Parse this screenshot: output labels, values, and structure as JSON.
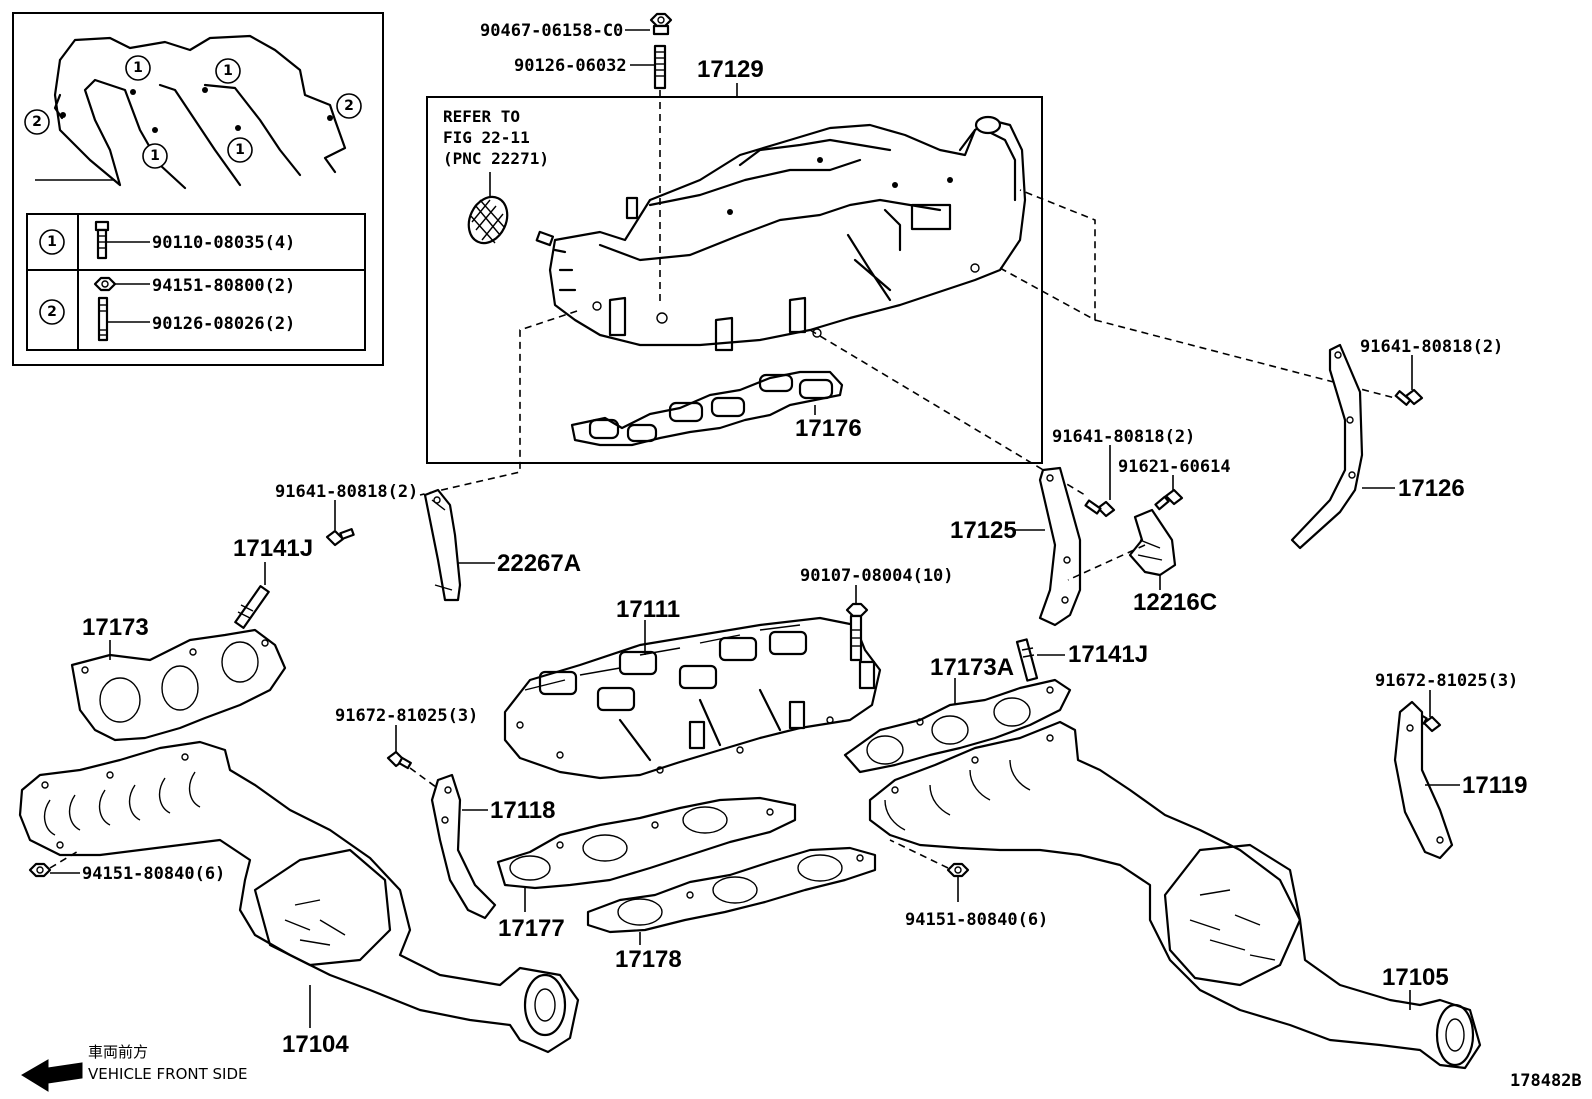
{
  "inset": {
    "rows": [
      {
        "marker": "1",
        "items": [
          "90110-08035(4)"
        ]
      },
      {
        "marker": "2",
        "items": [
          "94151-80800(2)",
          "90126-08026(2)"
        ]
      }
    ],
    "markers": {
      "one": "1",
      "two": "2"
    }
  },
  "reference_note": {
    "line1": "REFER TO",
    "line2": "FIG 22-11",
    "line3": "(PNC 22271)"
  },
  "parts": {
    "p90467": "90467-06158-C0",
    "p90126_06032": "90126-06032",
    "p17129": "17129",
    "p17176": "17176",
    "p91641_right": "91641-80818(2)",
    "p91641_mid": "91641-80818(2)",
    "p91641_left": "91641-80818(2)",
    "p91621": "91621-60614",
    "p17126": "17126",
    "p17125": "17125",
    "p12216C": "12216C",
    "p22267A": "22267A",
    "p17141J_left": "17141J",
    "p17141J_right": "17141J",
    "p17173": "17173",
    "p17173A": "17173A",
    "p17111": "17111",
    "p90107": "90107-08004(10)",
    "p91672_left": "91672-81025(3)",
    "p91672_right": "91672-81025(3)",
    "p17118": "17118",
    "p17119": "17119",
    "p94151_left": "94151-80840(6)",
    "p94151_right": "94151-80840(6)",
    "p17177": "17177",
    "p17178": "17178",
    "p17104": "17104",
    "p17105": "17105"
  },
  "footer": {
    "direction_jp": "車両前方",
    "direction_en": "VEHICLE FRONT SIDE",
    "figure_code": "178482B"
  }
}
